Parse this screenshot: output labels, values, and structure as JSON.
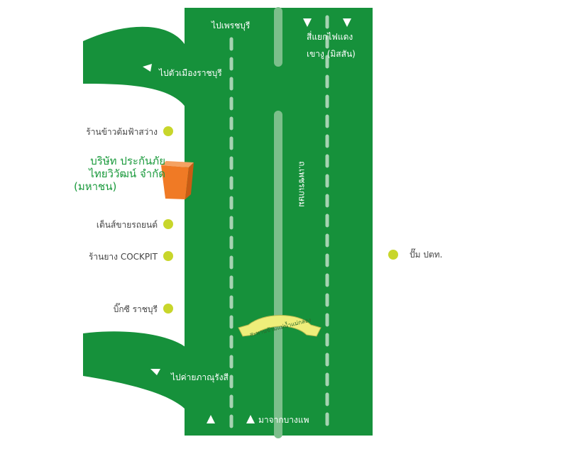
{
  "colors": {
    "road": "#16913b",
    "lane_marking": "#a6d3b2",
    "median": "#7cbf8b",
    "landmark_dot": "#c8d62b",
    "building": "#f07a25",
    "bridge": "#eeee7a",
    "company_text": "#1a9a3c"
  },
  "road_labels": {
    "to_phetchaburi": "ไปเพรชบุรี",
    "intersection_line1": "สี่แยกไฟแดง",
    "intersection_line2": "เขางู (มิสสัน)",
    "to_ratchaburi_city": "ไปตัวเมืองราชบุรี",
    "to_camp": "ไปค่ายภาณุรังสี",
    "from_bang_phae": "มาจากบางแพ",
    "highway_name": "ถ.เพชรเกษม",
    "bridge_name": "สะพานข้ามแม่น้ำแม่กลอง"
  },
  "company": {
    "line1": "บริษัท ประกันภัย",
    "line2": "ไทยวิวัฒน์ จำกัด",
    "line3": "(มหาชน)",
    "icon": "building-icon"
  },
  "landmarks": [
    {
      "label": "ร้านข้าวต้มฟ้าสว่าง",
      "icon": "dot-marker-icon"
    },
    {
      "label": "เต็นส์ขายรถยนต์",
      "icon": "dot-marker-icon"
    },
    {
      "label": "ร้านยาง COCKPIT",
      "icon": "dot-marker-icon"
    },
    {
      "label": "บิ๊กซี ราชบุรี",
      "icon": "dot-marker-icon"
    },
    {
      "label": "ปั๊ม ปตท.",
      "icon": "dot-marker-icon"
    }
  ]
}
